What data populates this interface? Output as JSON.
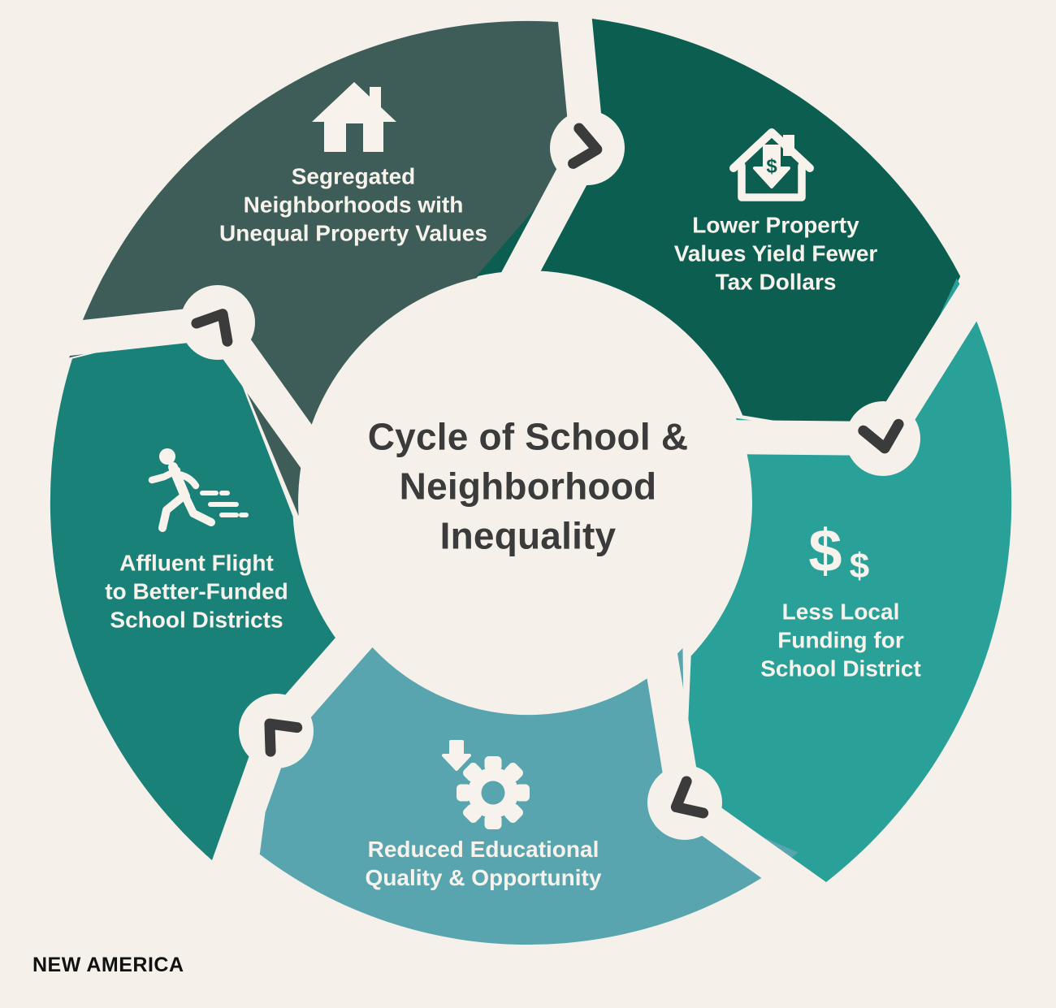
{
  "title": "Cycle of School &\nNeighborhood\nInequality",
  "footer": {
    "logo": "NEW AMERICA"
  },
  "colors": {
    "background": "#f5f1ea",
    "ink": "#3b3b3b",
    "label": "#f7f3ec",
    "logo": "#111111"
  },
  "segments": [
    {
      "id": "segregated-neighborhoods",
      "label": "Segregated\nNeighborhoods with\nUnequal Property Values",
      "color": "#3e5d58",
      "icon": "house-icon"
    },
    {
      "id": "lower-property-values",
      "label": "Lower Property\nValues Yield Fewer\nTax Dollars",
      "color": "#0b5e50",
      "icon": "house-dollar-down-icon",
      "icon_glyph": "$"
    },
    {
      "id": "less-local-funding",
      "label": "Less Local\nFunding for\nSchool District",
      "color": "#2aa198",
      "icon": "dollar-signs-icon",
      "icon_glyph": "$"
    },
    {
      "id": "reduced-educational-quality",
      "label": "Reduced Educational\nQuality & Opportunity",
      "color": "#59a5af",
      "icon": "gear-down-icon"
    },
    {
      "id": "affluent-flight",
      "label": "Affluent Flight\nto Better-Funded\nSchool Districts",
      "color": "#1a8179",
      "icon": "runner-icon"
    }
  ]
}
